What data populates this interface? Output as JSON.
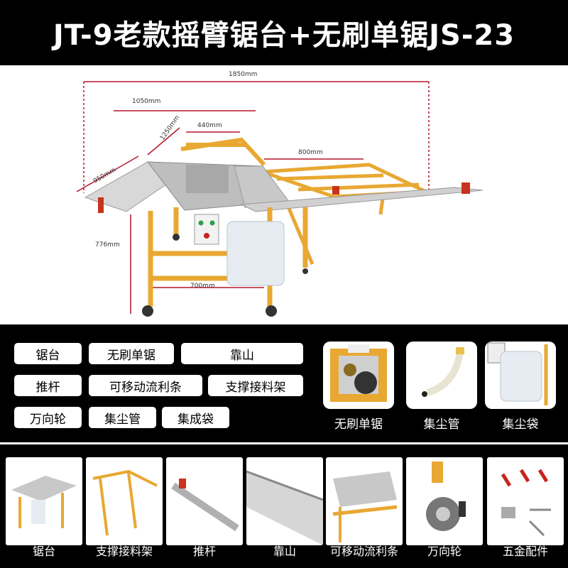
{
  "title": "JT-9老款摇臂锯台+无刷单锯JS-23",
  "dimensions": {
    "total_length": "1850mm",
    "slide_length": "1050mm",
    "depth_arm": "1250mm",
    "table_width": "440mm",
    "left_depth": "950mm",
    "right_table": "800mm",
    "height": "776mm",
    "leg_span": "700mm"
  },
  "accessories": [
    "锯台",
    "无刷单锯",
    "靠山",
    "推杆",
    "可移动流利条",
    "支撑接料架",
    "万向轮",
    "集尘管",
    "集成袋"
  ],
  "featured": [
    {
      "label": "无刷单锯",
      "icon": "saw-motor-icon"
    },
    {
      "label": "集尘管",
      "icon": "dust-hose-icon"
    },
    {
      "label": "集尘袋",
      "icon": "dust-bag-icon"
    }
  ],
  "gallery": [
    {
      "label": "锯台",
      "icon": "saw-table-icon"
    },
    {
      "label": "支撑接料架",
      "icon": "support-frame-icon"
    },
    {
      "label": "推杆",
      "icon": "push-rod-icon"
    },
    {
      "label": "靠山",
      "icon": "fence-icon"
    },
    {
      "label": "可移动流利条",
      "icon": "roller-track-icon"
    },
    {
      "label": "万向轮",
      "icon": "caster-wheel-icon"
    },
    {
      "label": "五金配件",
      "icon": "hardware-kit-icon"
    }
  ],
  "colors": {
    "frame": "#E8A832",
    "dimension": "#B5162B",
    "table": "#C8C8C8"
  }
}
